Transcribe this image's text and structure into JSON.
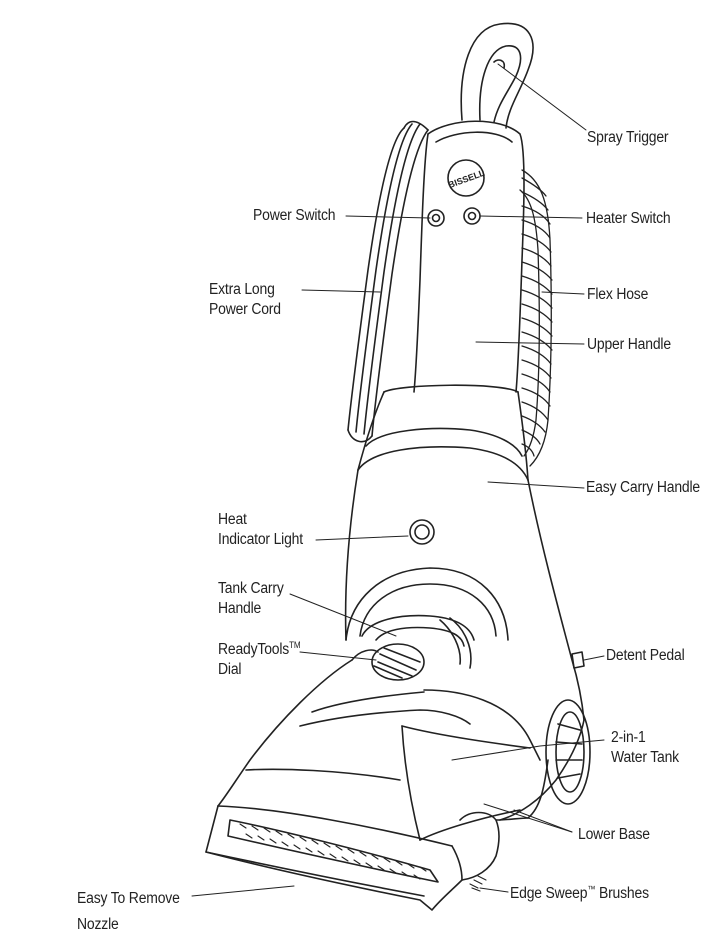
{
  "labels": {
    "spray_trigger": "Spray Trigger",
    "power_switch": "Power Switch",
    "heater_switch": "Heater Switch",
    "extra_long_power_cord_1": "Extra Long",
    "extra_long_power_cord_2": "Power Cord",
    "flex_hose": "Flex Hose",
    "upper_handle": "Upper Handle",
    "easy_carry_handle": "Easy Carry Handle",
    "heat_indicator_light_1": "Heat",
    "heat_indicator_light_2": "Indicator Light",
    "tank_carry_handle_1": "Tank Carry",
    "tank_carry_handle_2": "Handle",
    "readytools_dial_1": "ReadyTools",
    "readytools_dial_tm": "TM",
    "readytools_dial_2": "Dial",
    "detent_pedal": "Detent Pedal",
    "water_tank_1": "2-in-1",
    "water_tank_2": "Water Tank",
    "lower_base": "Lower Base",
    "edge_sweep_1": "Edge Sweep",
    "edge_sweep_tm": "™",
    "edge_sweep_2": " Brushes",
    "nozzle_1": "Easy To Remove",
    "nozzle_2": "Nozzle"
  },
  "brand_logo_text": "BISSELL",
  "colors": {
    "line": "#222222",
    "background": "#ffffff"
  }
}
